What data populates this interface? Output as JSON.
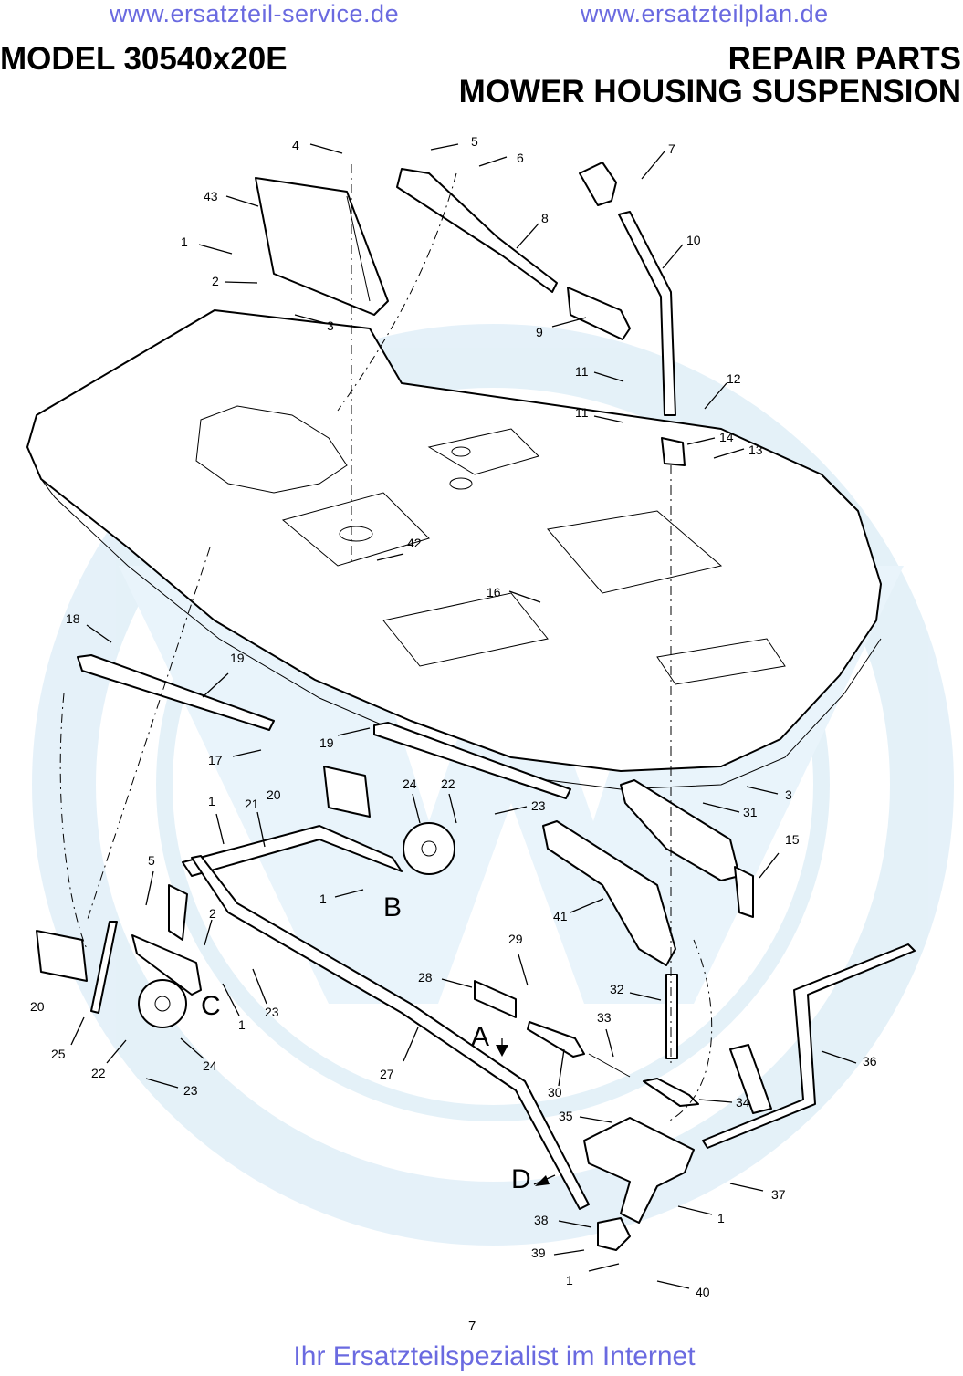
{
  "watermark": {
    "url_left": "www.ersatzteil-service.de",
    "url_right": "www.ersatzteilplan.de",
    "footer": "Ihr Ersatzteilspezialist im Internet",
    "color": "#6a6ae0",
    "logo_color": "#cfe6f4"
  },
  "header": {
    "model": "MODEL 30540x20E",
    "title_line1": "REPAIR PARTS",
    "title_line2": "MOWER HOUSING SUSPENSION"
  },
  "page_number": "7",
  "callouts": {
    "c1a": "1",
    "c1b": "1",
    "c1c": "1",
    "c1d": "1",
    "c1e": "1",
    "c1f": "1",
    "c2a": "2",
    "c2b": "2",
    "c3a": "3",
    "c3b": "3",
    "c4": "4",
    "c5a": "5",
    "c5b": "5",
    "c6": "6",
    "c7": "7",
    "c8": "8",
    "c9": "9",
    "c10": "10",
    "c11a": "11",
    "c11b": "11",
    "c12": "12",
    "c13": "13",
    "c14": "14",
    "c15": "15",
    "c16": "16",
    "c17": "17",
    "c18": "18",
    "c19a": "19",
    "c19b": "19",
    "c20a": "20",
    "c20b": "20",
    "c21": "21",
    "c22a": "22",
    "c22b": "22",
    "c23a": "23",
    "c23b": "23",
    "c23c": "23",
    "c24a": "24",
    "c24b": "24",
    "c25": "25",
    "c27": "27",
    "c28": "28",
    "c29": "29",
    "c30": "30",
    "c31": "31",
    "c32": "32",
    "c33": "33",
    "c34": "34",
    "c35": "35",
    "c36": "36",
    "c37": "37",
    "c38": "38",
    "c39": "39",
    "c40": "40",
    "c41": "41",
    "c42": "42",
    "c43": "43"
  },
  "markers": {
    "A": "A",
    "B": "B",
    "C": "C",
    "D": "D"
  }
}
